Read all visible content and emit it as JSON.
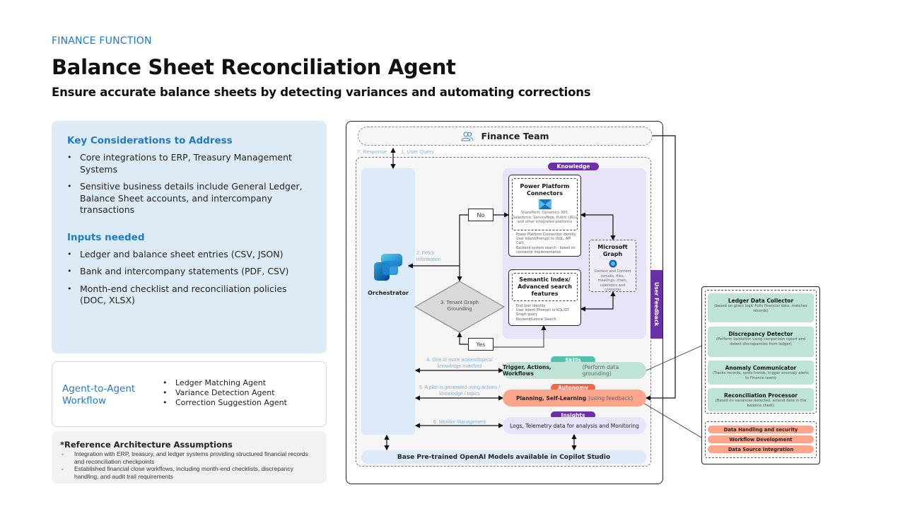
{
  "header": {
    "eyebrow": "FINANCE FUNCTION",
    "title": "Balance Sheet Reconciliation Agent",
    "subtitle": "Ensure accurate balance sheets by detecting variances and automating corrections"
  },
  "key_considerations": {
    "heading": "Key Considerations to Address",
    "items": [
      "Core integrations to ERP, Treasury Management Systems",
      "Sensitive business details include General Ledger, Balance Sheet accounts, and intercompany transactions"
    ]
  },
  "inputs": {
    "heading": "Inputs needed",
    "items": [
      "Ledger and balance sheet entries (CSV, JSON)",
      "Bank and intercompany statements (PDF, CSV)",
      "Month-end checklist and reconciliation policies (DOC, XLSX)"
    ]
  },
  "a2a": {
    "title": "Agent-to-Agent Workflow",
    "items": [
      "Ledger Matching Agent",
      "Variance Detection Agent",
      "Correction Suggestion Agent"
    ]
  },
  "assumptions": {
    "heading": "*Reference Architecture Assumptions",
    "items": [
      "Integration with ERP, treasury, and ledger systems providing structured financial records and reconciliation checkpoints",
      "Established financial close workflows, including month-end checklists, discrepancy handling, and audit trail requirements"
    ]
  },
  "diagram": {
    "finance_team": "Finance Team",
    "step7": "7. Response",
    "step1": "1. User Query",
    "orchestrator": "Orchestrator",
    "step2": "2. Fetch information",
    "step3": "3. Tenant Graph Grounding",
    "no": "No",
    "yes": "Yes",
    "knowledge_badge": "Knowledge",
    "ppc": {
      "title": "Power Platform Connectors",
      "desc": "SharePoint, Dynamics 365, Salesforce, ServiceNow, Public URLs and other integrated platforms",
      "bullets": [
        "Power Platform Connection identity",
        "User Intent(Prompt) to (SQL, API Call)",
        "Backend system search - based on connector implementation"
      ]
    },
    "semantic": {
      "title": "Semantic Index/ Advanced search features",
      "bullets": [
        "End User identity",
        "User Intent (Prompt) to KQL/GT Graph query",
        "Keyword/Lexical Search"
      ]
    },
    "graph": {
      "title": "Microsoft Graph",
      "desc": "Context and Content (emails, files, meetings, chats, calendars and contacts)"
    },
    "user_feedback": "User Feedback",
    "step4": "4. One or more actions/topics/ knowledge matched",
    "step5": "5. A plan is generated using actions / knowledge / topics",
    "step6": "6. Monitor Management",
    "skills_badge": "Skills",
    "skills_bold": "Trigger, Actions, Workflows",
    "skills_light": "(Perform data grounding)",
    "autonomy_badge": "Autonomy",
    "autonomy_bold": "Planning, Self-Learning",
    "autonomy_light": "(using feedback)",
    "insights_badge": "Insights",
    "insights_text": "Logs, Telemetry data for analysis and Monitoring",
    "base_models": "Base Pre-trained OpenAI Models available in Copilot Studio"
  },
  "agents": [
    {
      "name": "Ledger Data Collector",
      "desc": "(based on given logic Pulls financial data, matches records)"
    },
    {
      "name": "Discrepancy Detector",
      "desc": "(Perform validation using comparison report and detect discrepancies from ledger)"
    },
    {
      "name": "Anomaly Communicator",
      "desc": "(Tracks records, spots trends, trigger anomaly alerts to Finance team)"
    },
    {
      "name": "Reconciliation Processor",
      "desc": "(Based on variances detected, amend data in the balance sheet)"
    }
  ],
  "dev_items": [
    "Data Handling and security",
    "Workflow Development",
    "Data Source Integration"
  ],
  "colors": {
    "accent_blue": "#1f7ac3",
    "knowledge_purple": "#6b2fa8",
    "skills_teal": "#4fc3ab",
    "autonomy_orange": "#f2664a",
    "agent_green": "#bfe3d4",
    "dev_salmon": "#fba58c"
  }
}
